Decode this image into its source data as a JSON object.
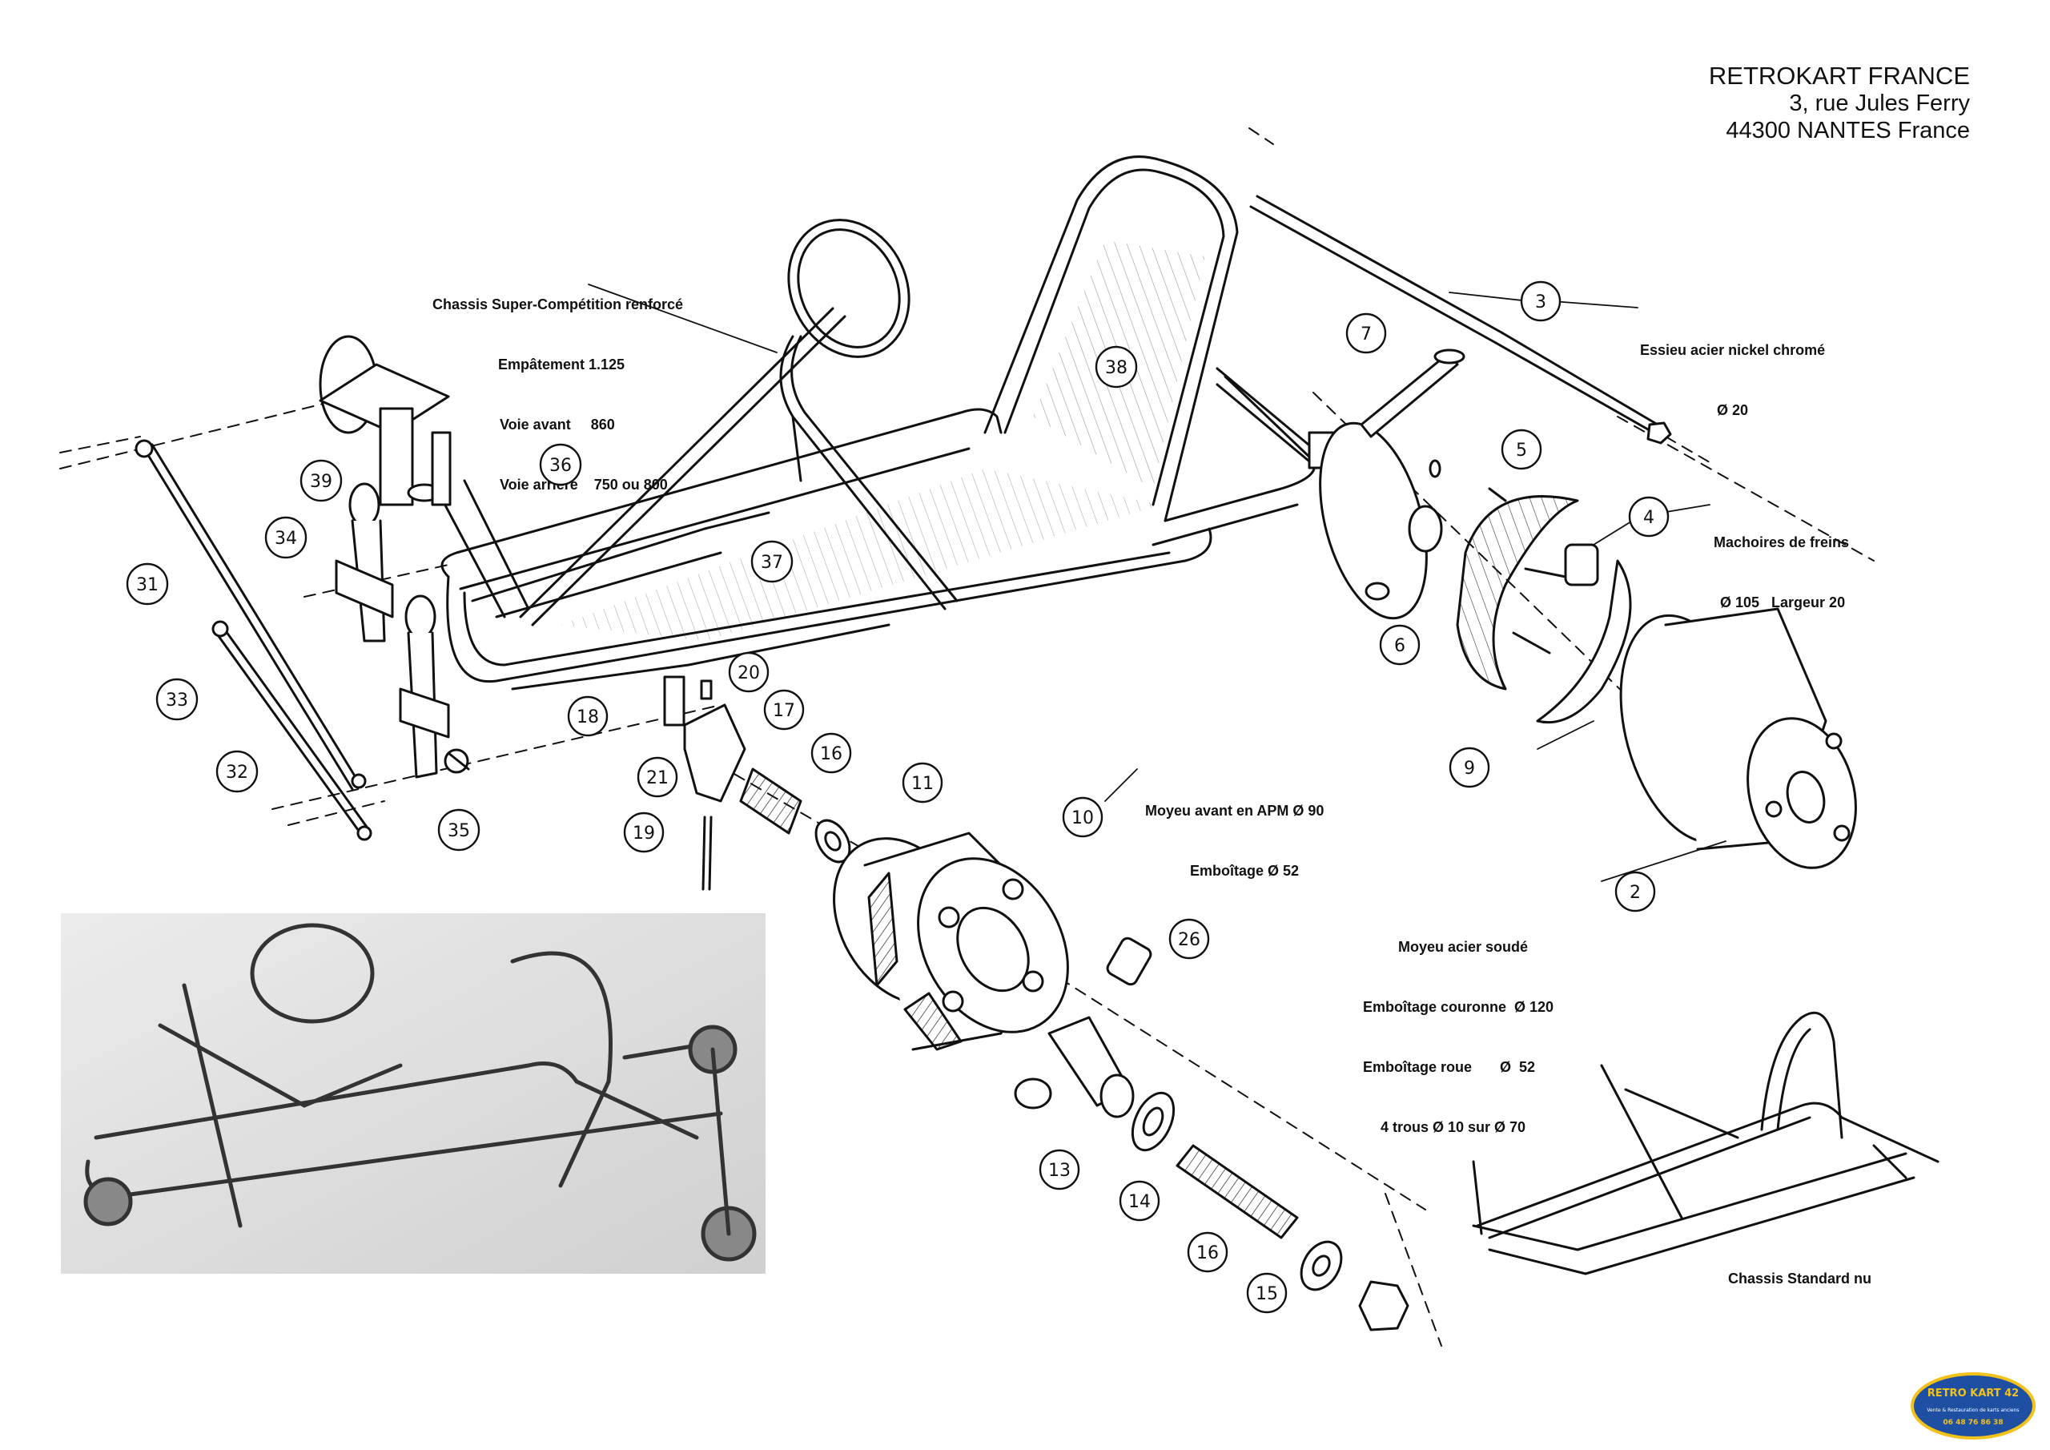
{
  "header": {
    "company": "RETROKART FRANCE",
    "street": "3, rue Jules Ferry",
    "city": "44300 NANTES France"
  },
  "notes": {
    "chassis_sc": {
      "title": "Chassis Super-Compétition renforcé",
      "l1": "Empâtement 1.125",
      "l2": "Voie avant     860",
      "l3": "Voie arrière    750 ou 800"
    },
    "essieu": {
      "title": "Essieu acier nickel chromé",
      "l1": "Ø 20"
    },
    "machoires": {
      "title": "Machoires de freins",
      "l1": "Ø 105   Largeur 20"
    },
    "moyeu_avant": {
      "title": "Moyeu avant en APM Ø 90",
      "l1": "Emboîtage Ø 52"
    },
    "moyeu_acier": {
      "title": "Moyeu acier soudé",
      "l1": "Emboîtage couronne  Ø 120",
      "l2": "Emboîtage roue       Ø  52",
      "l3": "4 trous Ø 10 sur Ø 70"
    },
    "chassis_std": {
      "title": "Chassis Standard nu"
    }
  },
  "callouts": {
    "c2": "2",
    "c3": "3",
    "c4": "4",
    "c5": "5",
    "c6": "6",
    "c7": "7",
    "c9": "9",
    "c10": "10",
    "c11": "11",
    "c13": "13",
    "c14": "14",
    "c15": "15",
    "c16a": "16",
    "c16b": "16",
    "c17": "17",
    "c18": "18",
    "c19": "19",
    "c20": "20",
    "c21": "21",
    "c26": "26",
    "c31": "31",
    "c32": "32",
    "c33": "33",
    "c34": "34",
    "c35": "35",
    "c36": "36",
    "c37": "37",
    "c38": "38",
    "c39": "39"
  },
  "badge": {
    "title": "RETRO KART 42",
    "subtitle": "Vente & Restauration de karts anciens",
    "phone": "06 48 76 86 38"
  },
  "colors": {
    "ink": "#111111",
    "badge_blue": "#1f4fa3",
    "badge_yellow": "#f2c21a",
    "photo_gray": "#b9b9b9"
  }
}
